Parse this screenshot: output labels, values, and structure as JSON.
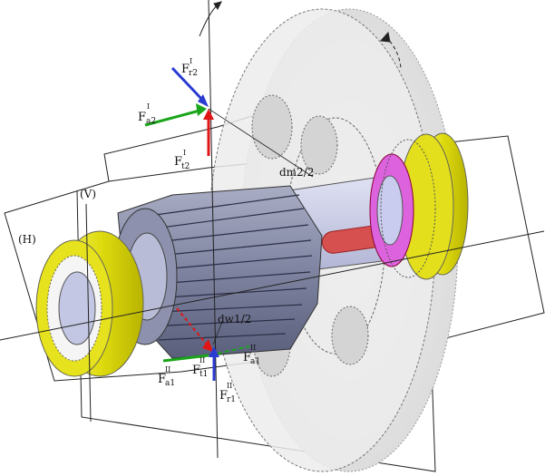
{
  "labels": {
    "V": "(V)",
    "H": "(H)",
    "dm2": "dm2/2",
    "dw1": "dw1/2",
    "Fr2": {
      "main": "F",
      "sup": "I",
      "sub": "r2"
    },
    "Fa2": {
      "main": "F",
      "sup": "I",
      "sub": "a2"
    },
    "Ft2": {
      "main": "F",
      "sup": "I",
      "sub": "t2"
    },
    "Fa1_left": {
      "main": "F",
      "sup": "II",
      "sub": "a1"
    },
    "Ft1": {
      "main": "F",
      "sup": "II",
      "sub": "t1"
    },
    "Fa1_right": {
      "main": "F",
      "sup": "II",
      "sub": "a1"
    },
    "Fr1": {
      "main": "F",
      "sup": "II",
      "sub": "r1"
    }
  },
  "colors": {
    "force_radial": "#2a3bd1",
    "force_axial": "#1aa51a",
    "force_tangential": "#e01515",
    "bearing": "#e4e21a",
    "bearing_ring": "#d64fd8",
    "gear": "#8a8fa8",
    "wheel": "#e8e8e8",
    "shaft": "#c5c9e6"
  },
  "icons": {
    "rotation_arrow_left": "curved-arrow-icon",
    "rotation_arrow_right": "curved-arrow-icon"
  }
}
